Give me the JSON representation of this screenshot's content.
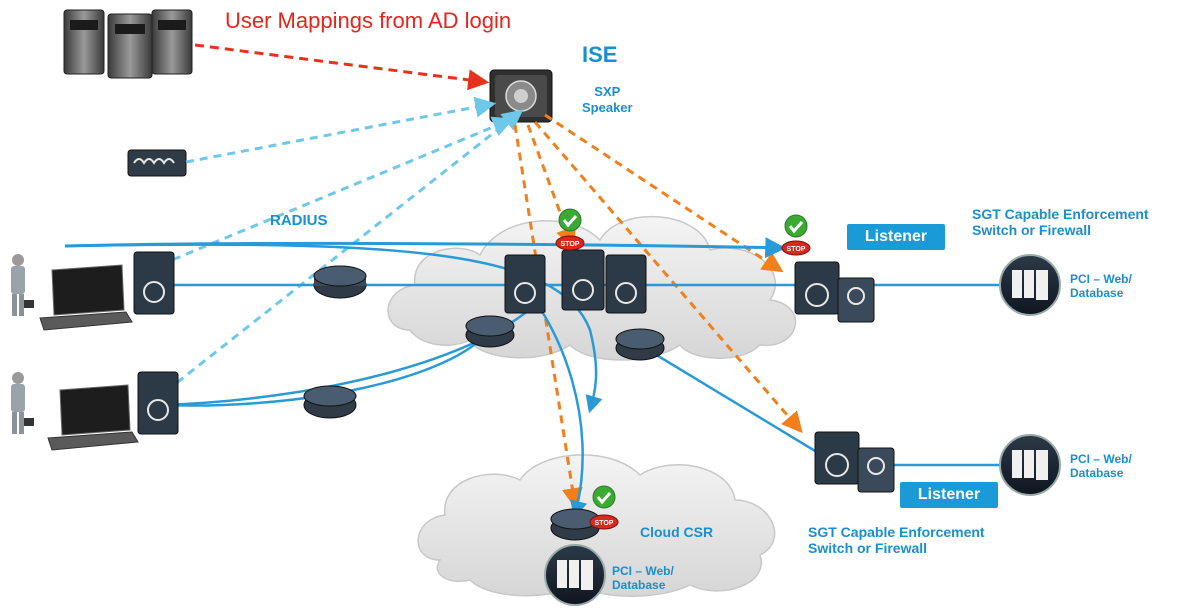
{
  "title": "User Mappings from AD login",
  "ise": {
    "label": "ISE",
    "role": "SXP\nSpeaker"
  },
  "radius_label": "RADIUS",
  "listener_label": "Listener",
  "enforcement_label": "SGT Capable Enforcement\nSwitch or Firewall",
  "pci_label": "PCI – Web/\nDatabase",
  "cloud_csr_label": "Cloud CSR",
  "stop_text": "STOP",
  "colors": {
    "title": "#e8231b",
    "blue_text": "#1a8fcf",
    "data_line": "#2a9ad6",
    "radius_dash": "#6ec8ea",
    "sxp_dash": "#f07f1c",
    "ad_dash": "#e8311b",
    "badge": "#1a9bd7",
    "check": "#3aaa35",
    "stop": "#d8281f"
  }
}
